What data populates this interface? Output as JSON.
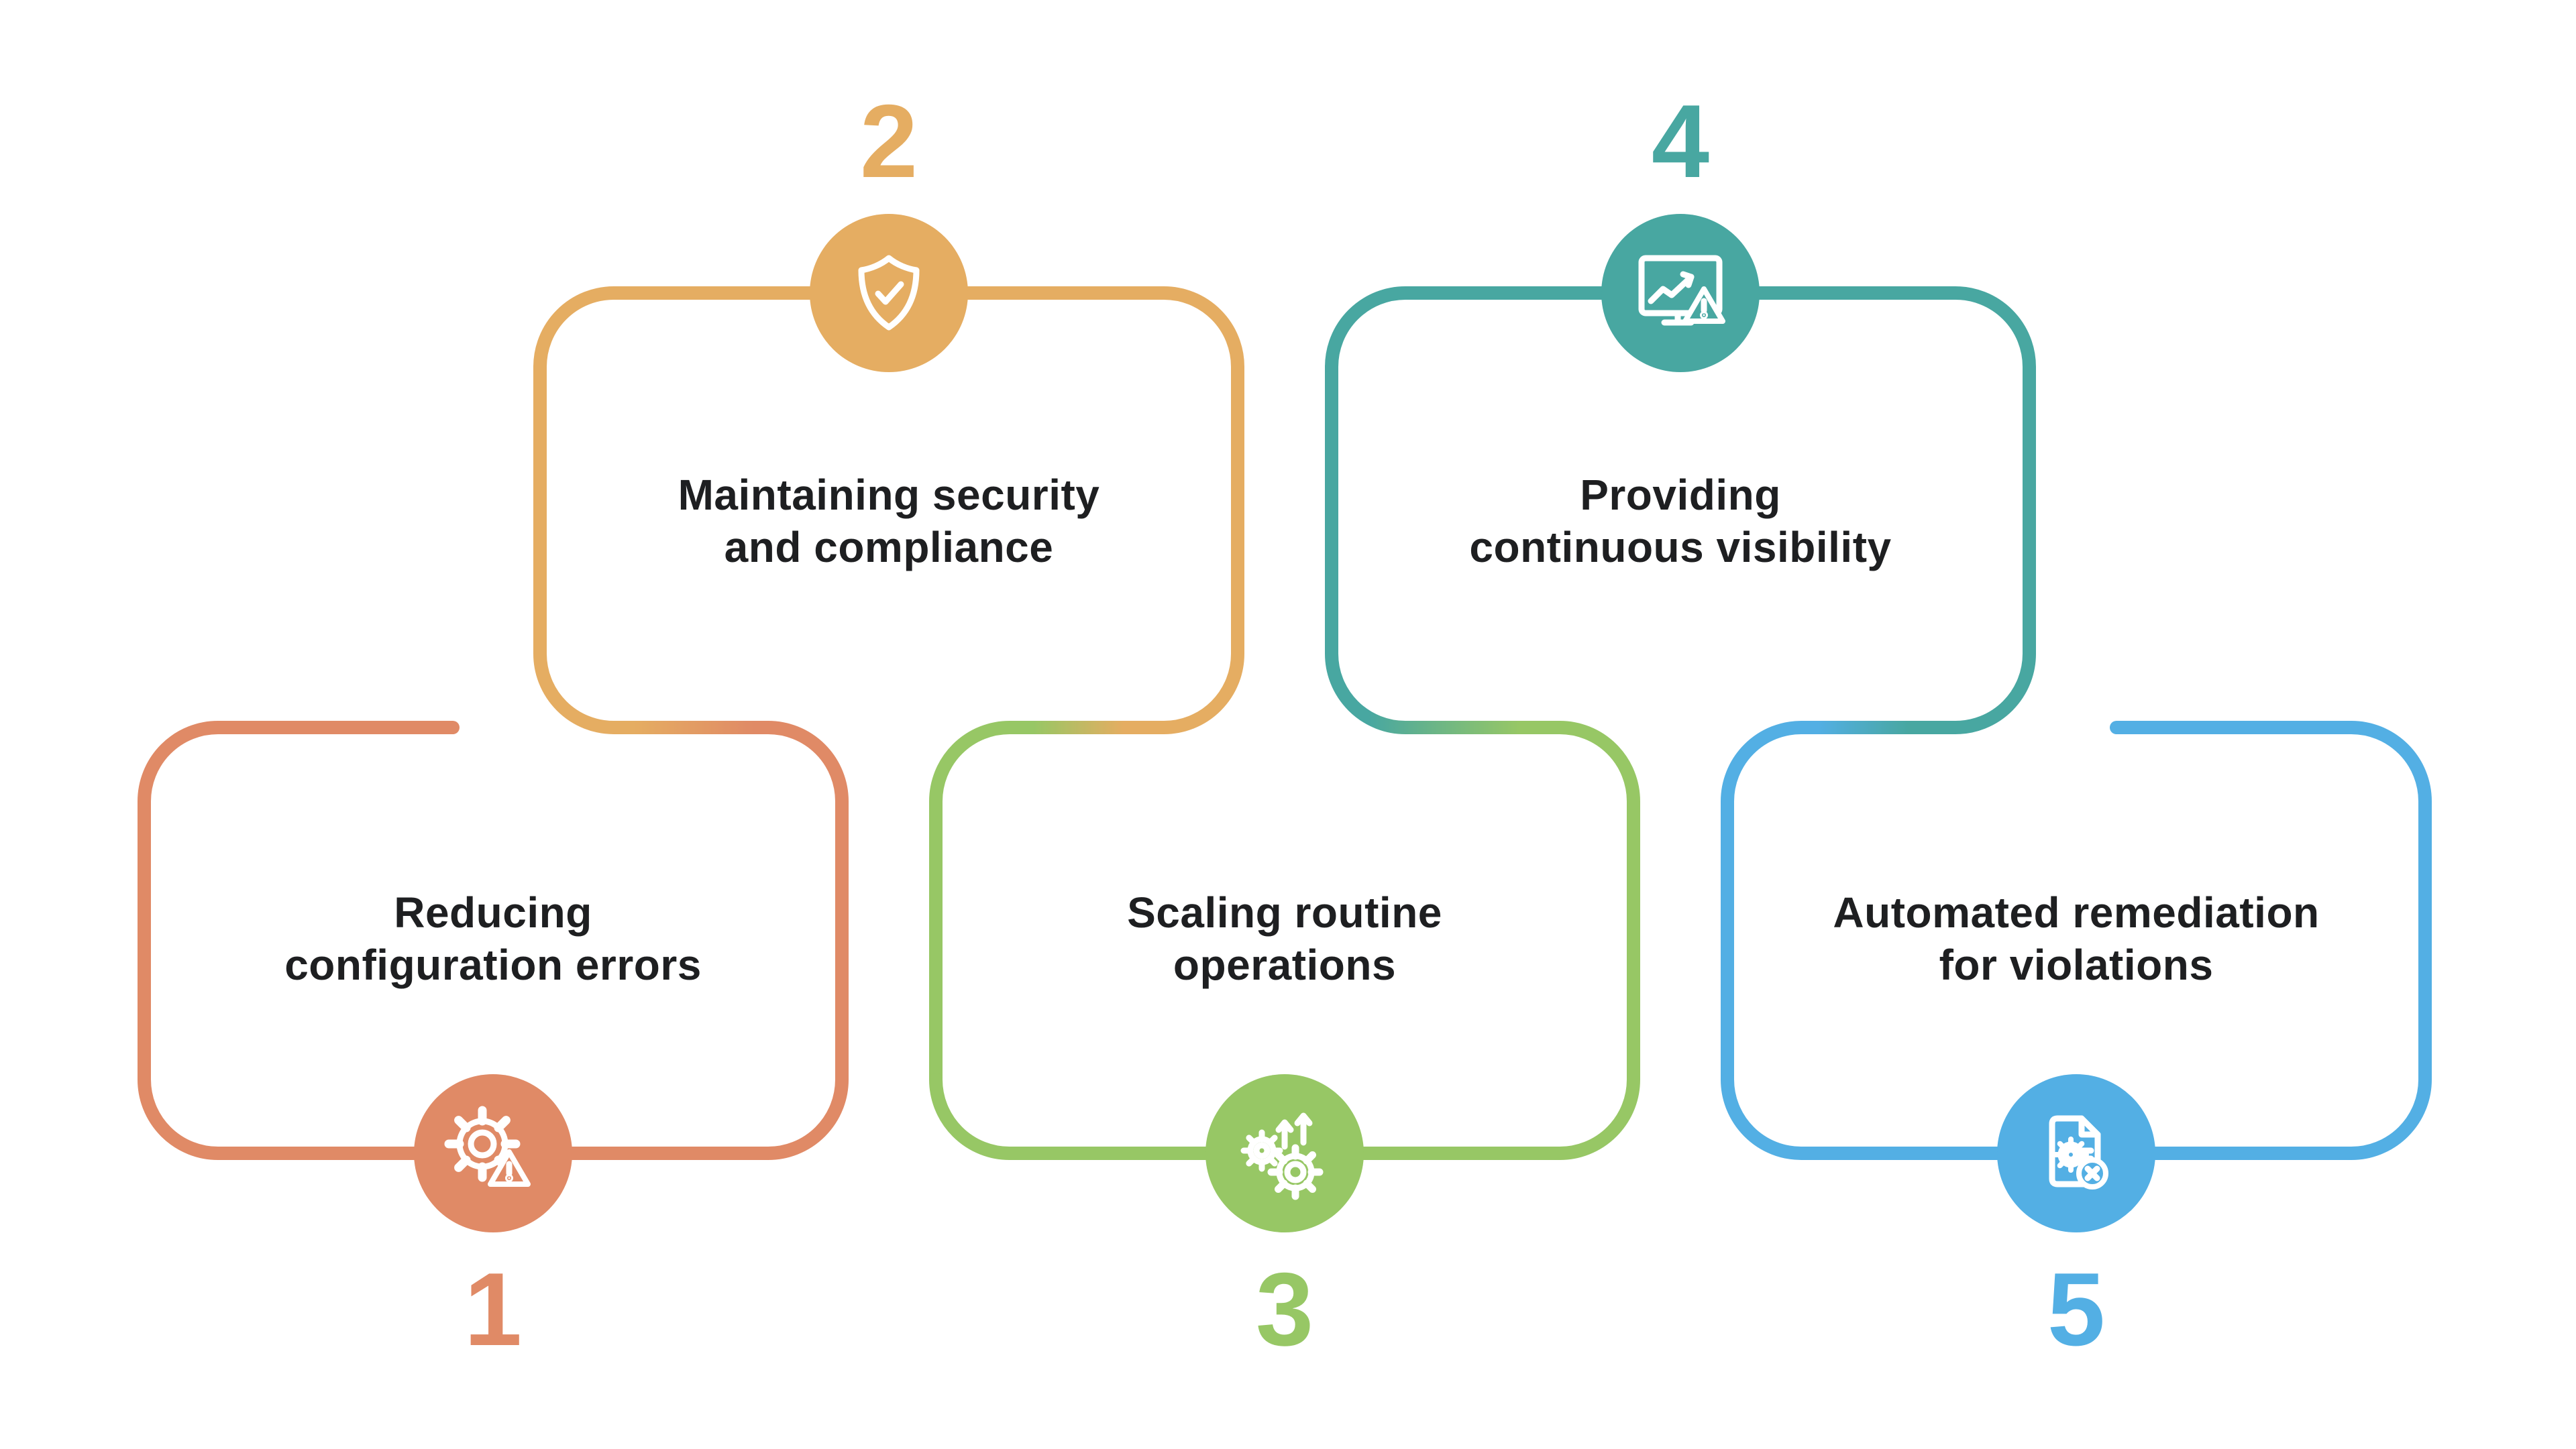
{
  "colors": {
    "orange": "#E08A66",
    "gold": "#E5AD62",
    "green": "#97C765",
    "teal": "#48A7A1",
    "blue": "#53AFE4",
    "text": "#1E1F21",
    "icon_stroke": "#FFFFFF",
    "background": "#FFFFFF"
  },
  "steps": [
    {
      "number": "1",
      "label_line1": "Reducing",
      "label_line2": "configuration errors",
      "color": "#E08A66",
      "icon": "gear-warning-icon"
    },
    {
      "number": "2",
      "label_line1": "Maintaining security",
      "label_line2": "and compliance",
      "color": "#E5AD62",
      "icon": "shield-check-icon"
    },
    {
      "number": "3",
      "label_line1": "Scaling routine",
      "label_line2": "operations",
      "color": "#97C765",
      "icon": "gears-growth-icon"
    },
    {
      "number": "4",
      "label_line1": "Providing",
      "label_line2": "continuous visibility",
      "color": "#48A7A1",
      "icon": "monitor-alert-icon"
    },
    {
      "number": "5",
      "label_line1": "Automated remediation",
      "label_line2": "for violations",
      "color": "#53AFE4",
      "icon": "document-remediation-icon"
    }
  ]
}
